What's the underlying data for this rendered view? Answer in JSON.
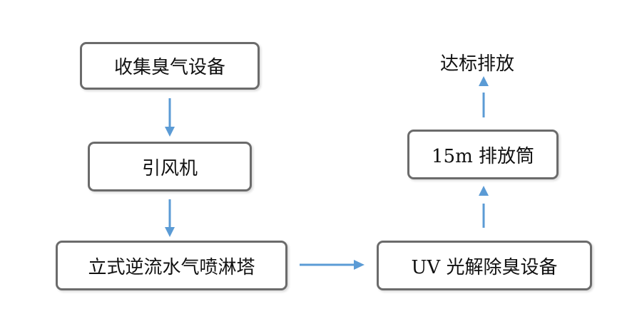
{
  "nodes": {
    "collect": "收集臭气设备",
    "fan": "引风机",
    "tower": "立式逆流水气喷淋塔",
    "uv": "UV 光解除臭设备",
    "stack": "15m 排放筒",
    "discharge": "达标排放"
  },
  "colors": {
    "arrow": "#5b9bd5",
    "border": "#6b6b6b"
  }
}
